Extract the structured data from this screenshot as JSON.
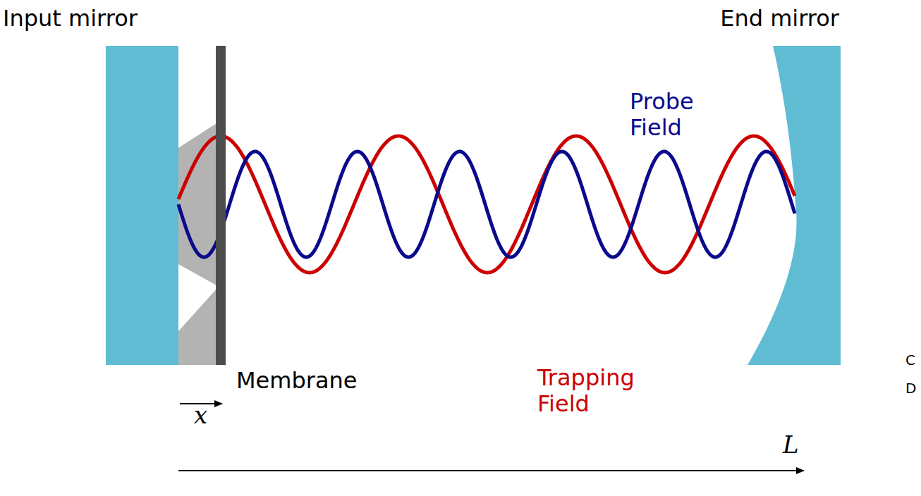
{
  "diagram": {
    "labels": [
      "Input mirror",
      "End mirror",
      "Probe Field",
      "Membrane",
      "Trapping Field",
      "x",
      "L",
      "C",
      "D"
    ]
  }
}
